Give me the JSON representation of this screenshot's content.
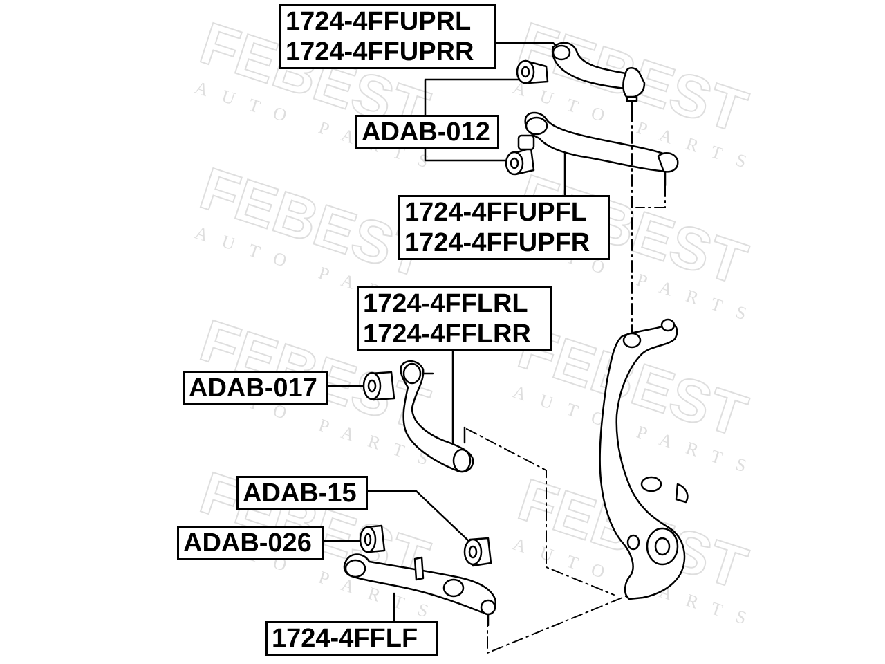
{
  "watermark": {
    "brand": "FEBEST",
    "tagline": "AUTO PARTS",
    "color": "#c8c8c8"
  },
  "labels": {
    "upper_rear_arm": [
      "1724-4FFUPRL",
      "1724-4FFUPRR"
    ],
    "upper_bushing": "ADAB-012",
    "upper_front_arm": [
      "1724-4FFUPFL",
      "1724-4FFUPFR"
    ],
    "lower_rear_arm": [
      "1724-4FFLRL",
      "1724-4FFLRR"
    ],
    "lower_rear_bushing": "ADAB-017",
    "lower_front_bushing_rear": "ADAB-15",
    "lower_front_bushing_front": "ADAB-026",
    "lower_front_arm": "1724-4FFLF"
  },
  "colors": {
    "line": "#000000",
    "part_fill": "#ffffff",
    "part_shade": "#e6e6e6"
  }
}
